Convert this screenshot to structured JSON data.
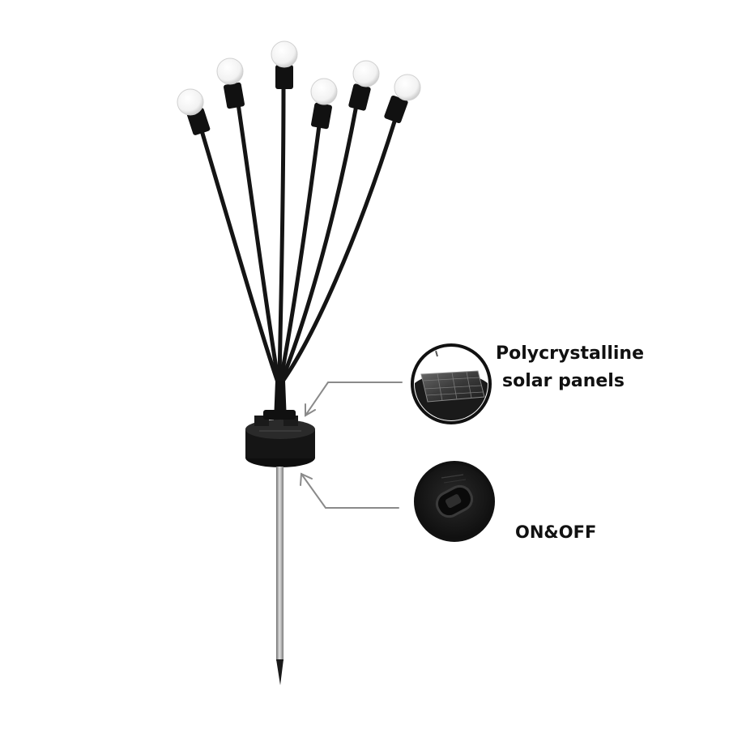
{
  "callouts": {
    "solar_panel": {
      "line1": "Polycrystalline",
      "line2": "solar panels",
      "icon": "solar-panel-closeup"
    },
    "switch": {
      "label": "ON&OFF",
      "icon": "power-switch-closeup"
    }
  },
  "product": {
    "bulb_count": 6,
    "icon": "solar-firefly-stake-light"
  },
  "colors": {
    "background": "#ffffff",
    "stems": "#141414",
    "bulbs": "#f4f4f4",
    "stake": "#9a9a9a",
    "arrows": "#8a8a8a"
  }
}
